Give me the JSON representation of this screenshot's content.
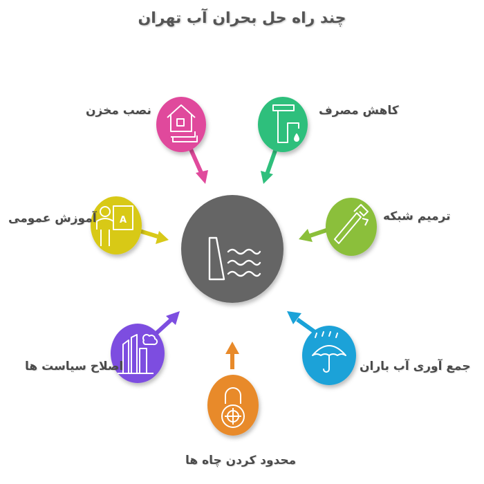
{
  "title": "چند راه حل بحران آب تهران",
  "center": {
    "icon": "dam-water-icon",
    "color": "#656565"
  },
  "items": [
    {
      "label": "کاهش مصرف",
      "icon": "faucet-icon",
      "color": "#2fbf7c"
    },
    {
      "label": "نصب مخزن",
      "icon": "house-storage-icon",
      "color": "#e04a9c"
    },
    {
      "label": "ترمیم شبکه",
      "icon": "pipe-wrench-icon",
      "color": "#8bbf3a"
    },
    {
      "label": "آموزش عمومی",
      "icon": "teacher-board-icon",
      "color": "#d8c919"
    },
    {
      "label": "جمع آوری آب باران",
      "icon": "rain-umbrella-icon",
      "color": "#1aa2d8"
    },
    {
      "label": "اصلاح سیاست ها",
      "icon": "city-policy-icon",
      "color": "#7d4ee0"
    },
    {
      "label": "محدود کردن چاه ها",
      "icon": "well-lock-icon",
      "color": "#e88a2a"
    }
  ]
}
